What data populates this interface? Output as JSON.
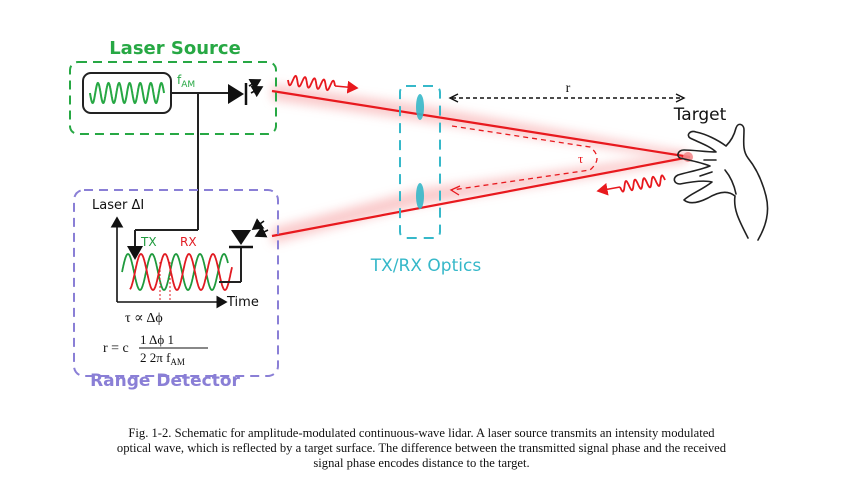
{
  "diagram": {
    "laser_source_label": "Laser Source",
    "fam_label": "f",
    "fam_sub": "AM",
    "range_detector_label": "Range Detector",
    "laser_delta_i_label": "Laser ΔI",
    "tx_label": "TX",
    "rx_label": "RX",
    "time_label": "Time",
    "tau_relation_label": "τ ∝ Δϕ",
    "range_eq_lhs": "r = c",
    "range_eq_num": "1 Δϕ 1",
    "range_eq_den": "2 2π f",
    "range_eq_den_sub": "AM",
    "optics_label": "TX/RX Optics",
    "target_label": "Target",
    "r_label": "r",
    "tau_label": "τ",
    "colors": {
      "laser_source": "#27a844",
      "range_detector": "#8a7fd6",
      "optics": "#36b8c9",
      "beam": "#e8191e",
      "tx_wave": "#1f9a3d",
      "rx_wave": "#e11b22"
    }
  },
  "caption": {
    "line1": "Fig. 1-2.  Schematic for amplitude-modulated continuous-wave lidar. A laser source transmits an intensity modulated",
    "line2": "optical wave, which is reflected by a target surface. The difference between the transmitted signal phase and the received",
    "line3": "signal phase encodes distance to the target."
  }
}
